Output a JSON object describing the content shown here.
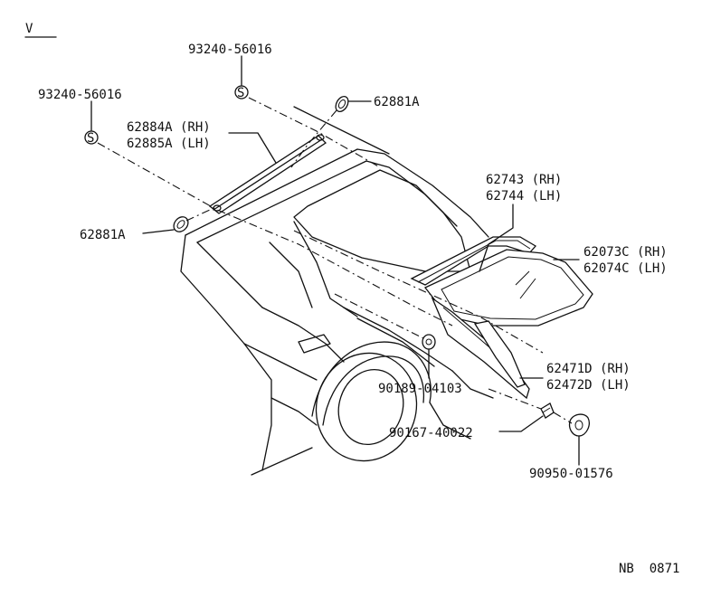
{
  "view_mark": "V",
  "footer_code": "NB  0871",
  "callouts": {
    "clip_top": "93240-56016",
    "clip_left": "93240-56016",
    "cap_top": "62881A",
    "cap_left": "62881A",
    "molding_rh": "62884A (RH)",
    "molding_lh": "62885A (LH)",
    "weatherstrip_rh": "62743 (RH)",
    "weatherstrip_lh": "62744 (LH)",
    "glass_rh": "62073C (RH)",
    "glass_lh": "62074C (LH)",
    "pillar_trim_rh": "62471D (RH)",
    "pillar_trim_lh": "62472D (LH)",
    "retainer": "90189-04103",
    "screw": "90167-40022",
    "cap_button": "90950-01576"
  }
}
